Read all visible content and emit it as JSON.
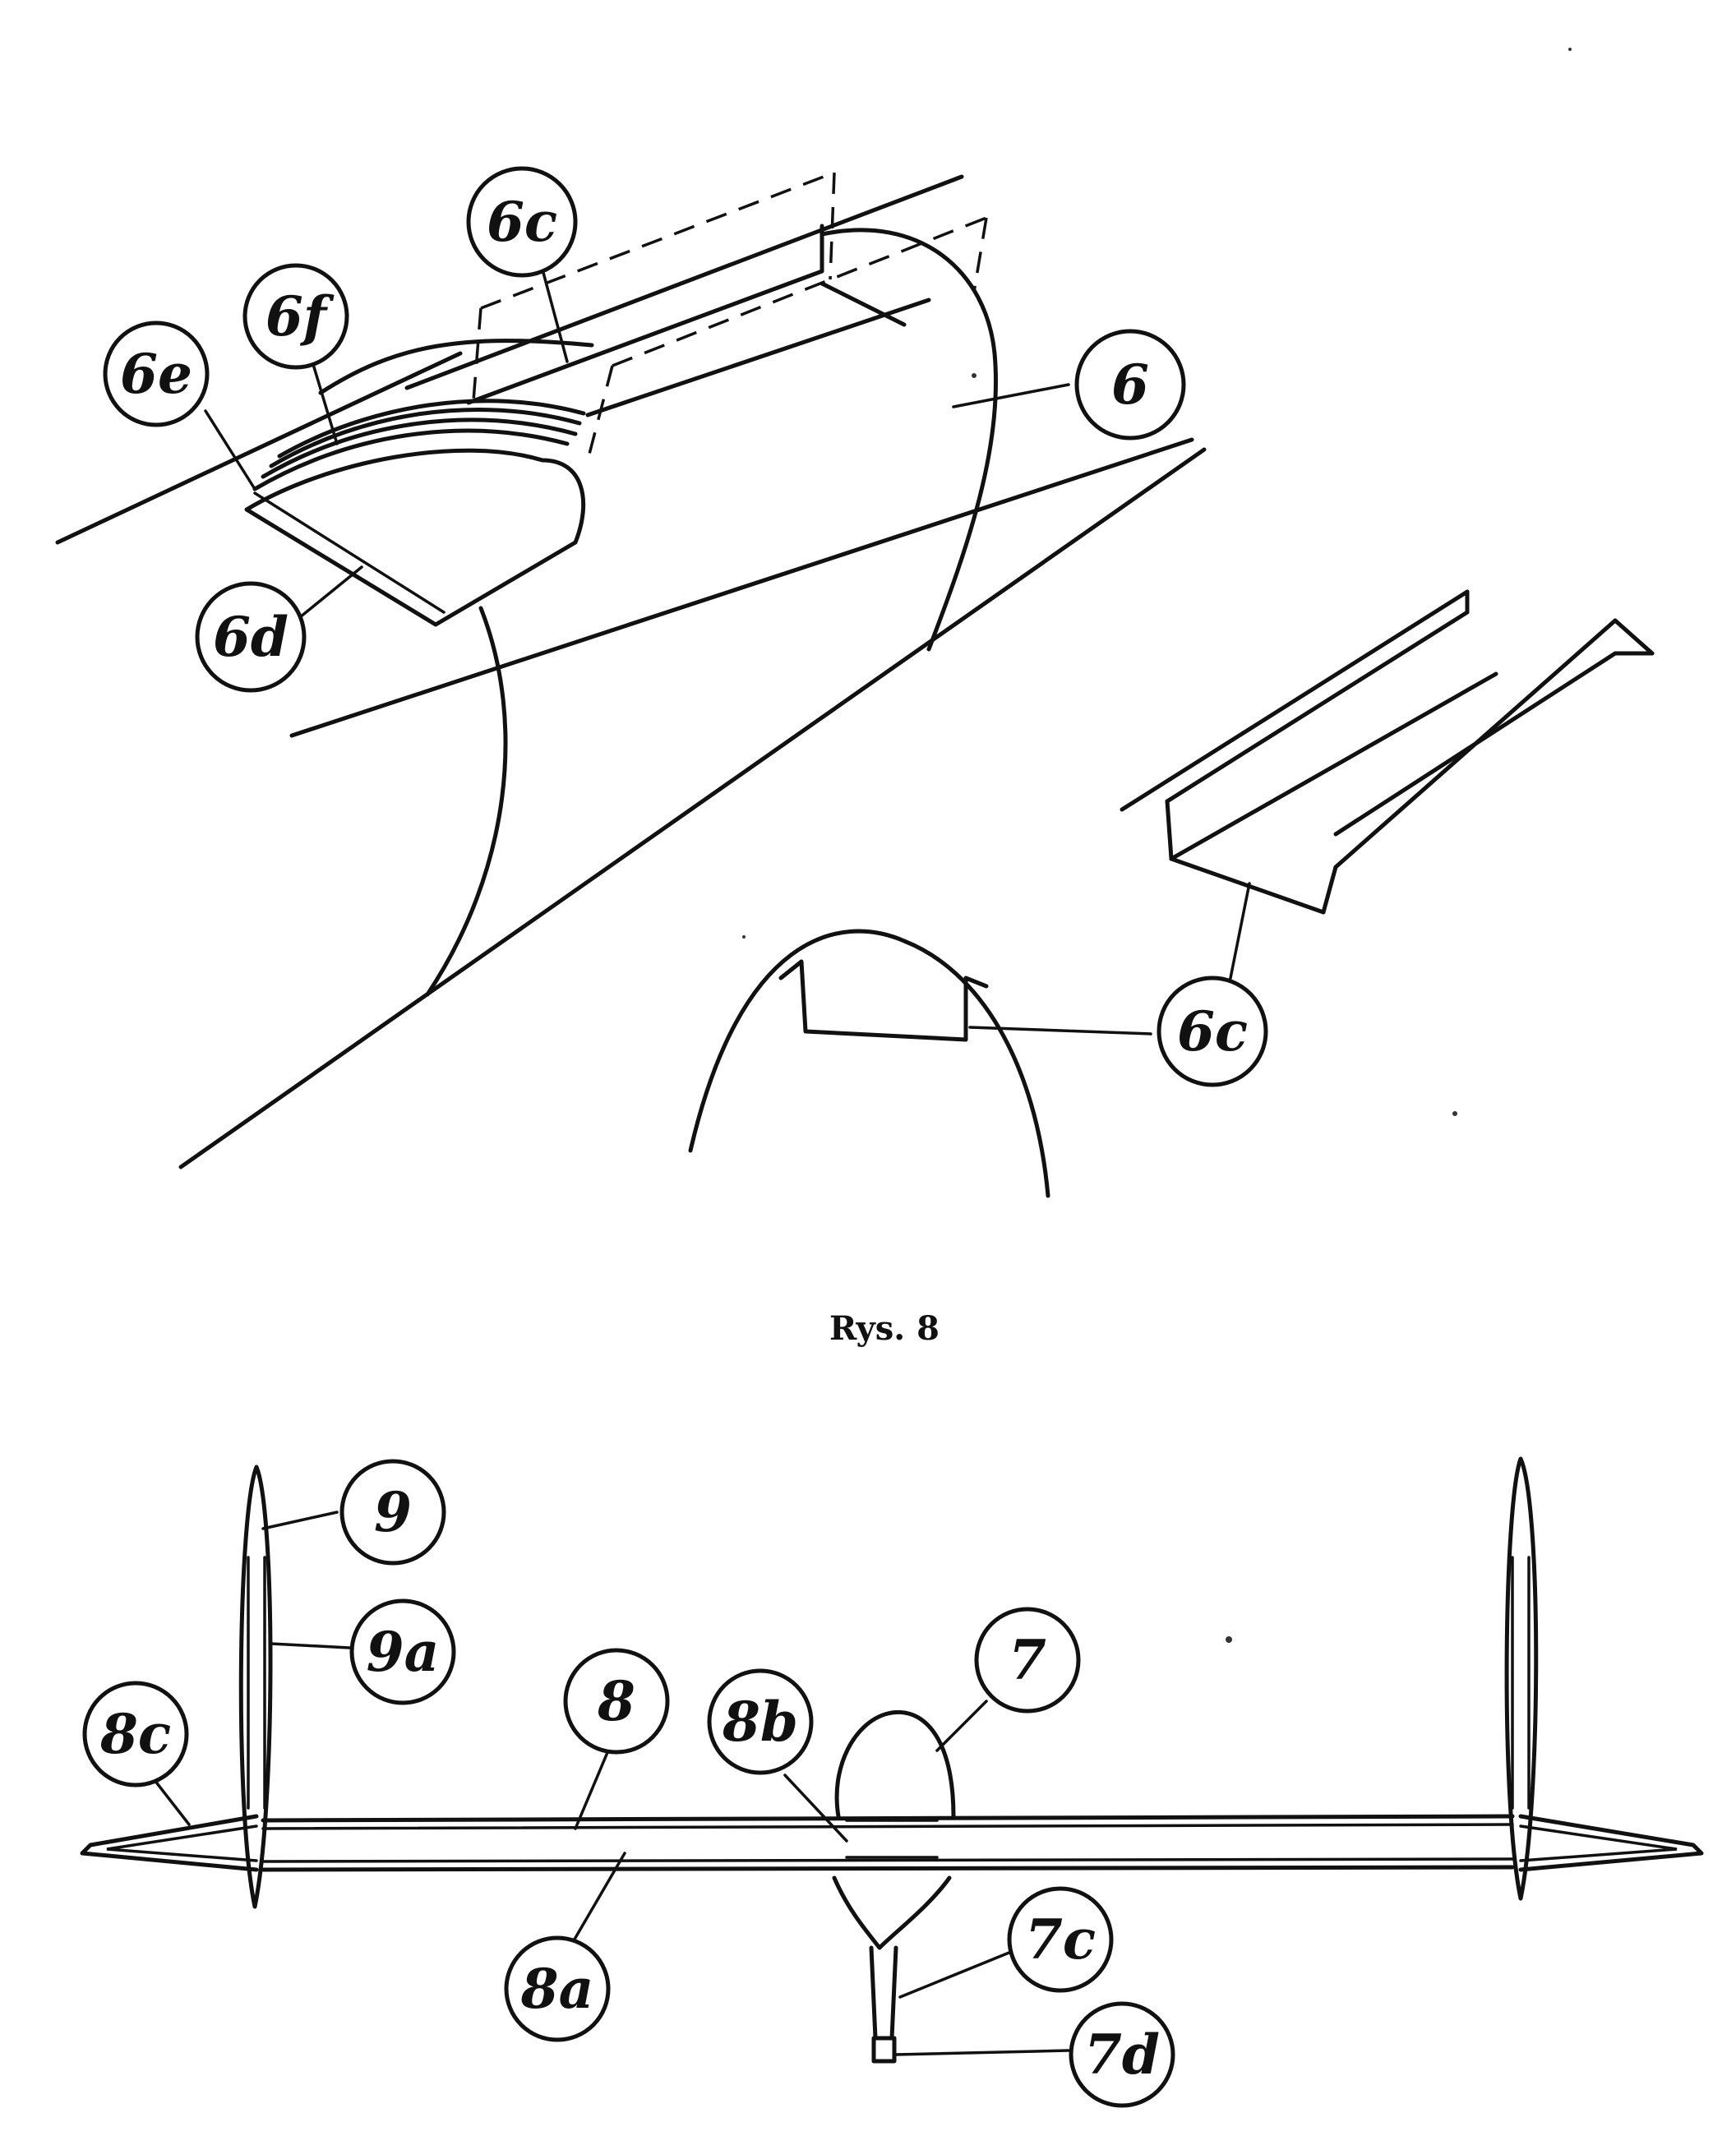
{
  "caption": "Rys. 8",
  "labels": {
    "l6": "6",
    "l6c_top": "6c",
    "l6c_profile": "6c",
    "l6c_bottom": "6c",
    "l6d": "6d",
    "l6e": "6e",
    "l6f": "6f",
    "l7": "7",
    "l7c": "7c",
    "l7d": "7d",
    "l8": "8",
    "l8a": "8a",
    "l8b": "8b",
    "l8c": "8c",
    "l9": "9",
    "l9a": "9a"
  }
}
